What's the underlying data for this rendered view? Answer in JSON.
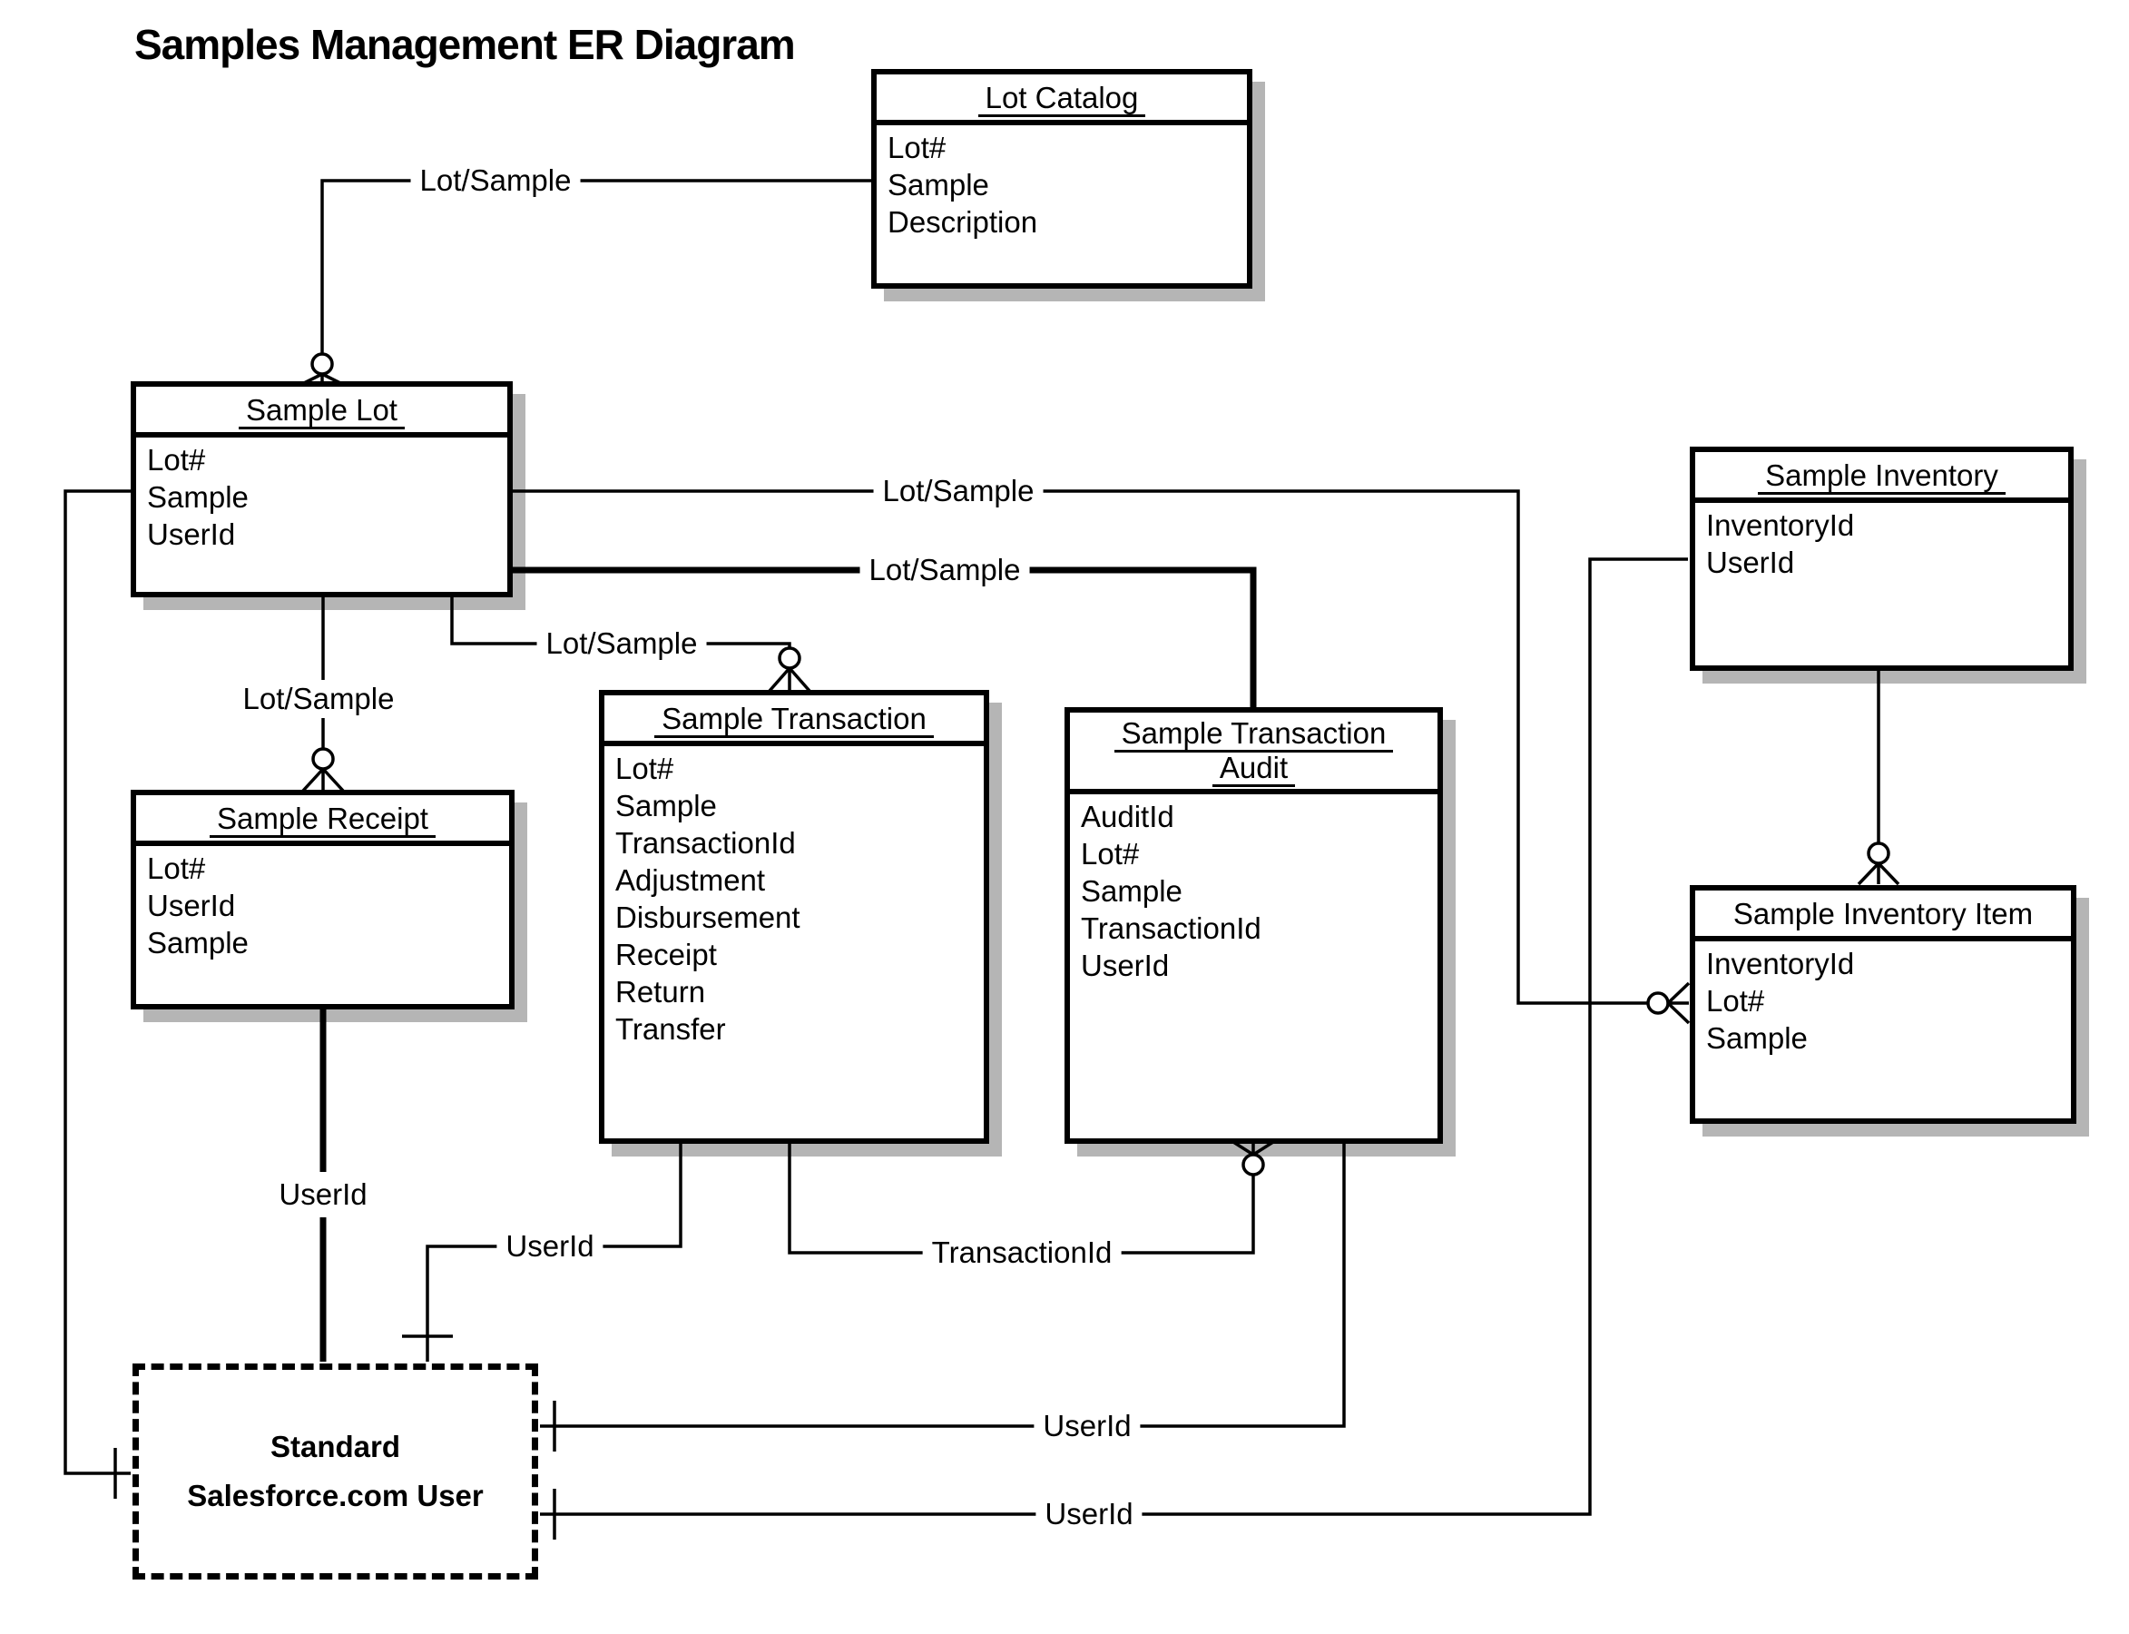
{
  "diagram_title": "Samples Management ER Diagram",
  "entities": [
    {
      "name": "Lot Catalog",
      "title_underlined": true,
      "fields": [
        "Lot#",
        "Sample",
        "Description"
      ]
    },
    {
      "name": "Sample Lot",
      "title_underlined": true,
      "fields": [
        "Lot#",
        "Sample",
        "UserId"
      ]
    },
    {
      "name": "Sample Receipt",
      "title_underlined": true,
      "fields": [
        "Lot#",
        "UserId",
        "Sample"
      ]
    },
    {
      "name": "Sample Transaction",
      "title_underlined": true,
      "fields": [
        "Lot#",
        "Sample",
        "TransactionId",
        "Adjustment",
        "Disbursement",
        "Receipt",
        "Return",
        "Transfer"
      ]
    },
    {
      "name": "Sample Transaction Audit",
      "title_underlined": true,
      "title_lines": [
        "Sample Transaction",
        "Audit"
      ],
      "fields": [
        "AuditId",
        "Lot#",
        "Sample",
        "TransactionId",
        "UserId"
      ]
    },
    {
      "name": "Sample Inventory",
      "title_underlined": true,
      "fields": [
        "InventoryId",
        "UserId"
      ]
    },
    {
      "name": "Sample Inventory Item",
      "title_underlined": false,
      "fields": [
        "InventoryId",
        "Lot#",
        "Sample"
      ]
    }
  ],
  "user_box": {
    "line1": "Standard",
    "line2": "Salesforce.com User"
  },
  "relationship_labels": [
    {
      "relationship": "lot-catalog_sample-lot",
      "text": "Lot/Sample"
    },
    {
      "relationship": "sample-lot_sample-inventory-item",
      "text": "Lot/Sample"
    },
    {
      "relationship": "sample-lot_sample-transaction-audit",
      "text": "Lot/Sample"
    },
    {
      "relationship": "sample-lot_sample-transaction",
      "text": "Lot/Sample"
    },
    {
      "relationship": "sample-lot_sample-receipt",
      "text": "Lot/Sample"
    },
    {
      "relationship": "sample-receipt_user",
      "text": "UserId"
    },
    {
      "relationship": "sample-transaction_user",
      "text": "UserId"
    },
    {
      "relationship": "sample-transaction_sample-transaction-audit",
      "text": "TransactionId"
    },
    {
      "relationship": "sample-transaction-audit_user",
      "text": "UserId"
    },
    {
      "relationship": "sample-inventory_user",
      "text": "UserId"
    }
  ],
  "colors": {
    "line": "#000000",
    "shadow": "#b5b5b5",
    "background": "#ffffff"
  }
}
